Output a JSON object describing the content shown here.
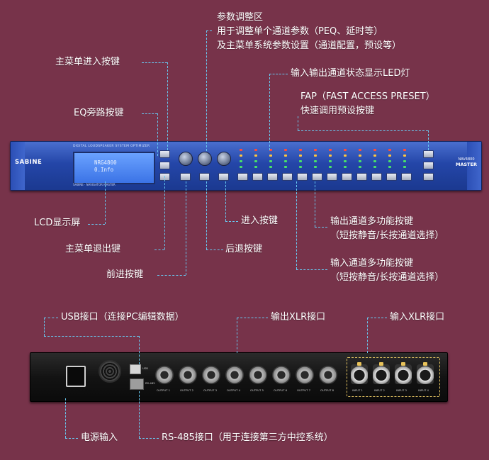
{
  "labels": {
    "param_area_title": "参数调整区",
    "param_area_line2": "用于调整单个通道参数（PEQ、延时等）",
    "param_area_line3": "及主菜单系统参数设置（通道配置，预设等）",
    "menu_enter": "主菜单进入按键",
    "status_leds": "输入输出通道状态显示LED灯",
    "fap_line1": "FAP（FAST ACCESS PRESET）",
    "fap_line2": "快速调用预设按键",
    "eq_bypass": "EQ旁路按键",
    "lcd": "LCD显示屏",
    "enter_key": "进入按键",
    "out_multi_line1": "输出通道多功能按键",
    "out_multi_line2": "（短按静音/长按通道选择）",
    "menu_exit": "主菜单退出键",
    "back_key": "后退按键",
    "forward_key": "前进按键",
    "in_multi_line1": "输入通道多功能按键",
    "in_multi_line2": "（短按静音/长按通道选择）",
    "usb": "USB接口（连接PC编辑数据）",
    "out_xlr": "输出XLR接口",
    "in_xlr": "输入XLR接口",
    "power_in": "电源输入",
    "rs485": "RS-485接口（用于连接第三方中控系统）"
  },
  "front_panel": {
    "brand": "SABINE",
    "tagline": "DIGITAL LOUDSPEAKER SYSTEM OPTIMIZER",
    "lcd_line1": "NRG4800",
    "lcd_line2": "0.Info",
    "footer": "SABINE · NAVIGATOR MASTER",
    "model_line1": "NAV4800",
    "model_line2": "MASTER"
  },
  "rear_panel": {
    "output_labels": [
      "OUTPUT 1",
      "OUTPUT 2",
      "OUTPUT 3",
      "OUTPUT 4",
      "OUTPUT 5",
      "OUTPUT 6",
      "OUTPUT 7",
      "OUTPUT 8"
    ],
    "input_labels": [
      "INPUT 1",
      "INPUT 2",
      "INPUT 3",
      "INPUT 4"
    ],
    "usb_label": "USB",
    "rs485_label": "RS-485"
  },
  "colors": {
    "background": "#77334a",
    "leader": "#68c8f0",
    "front_panel": "#2446a8",
    "rear_panel": "#131313"
  }
}
